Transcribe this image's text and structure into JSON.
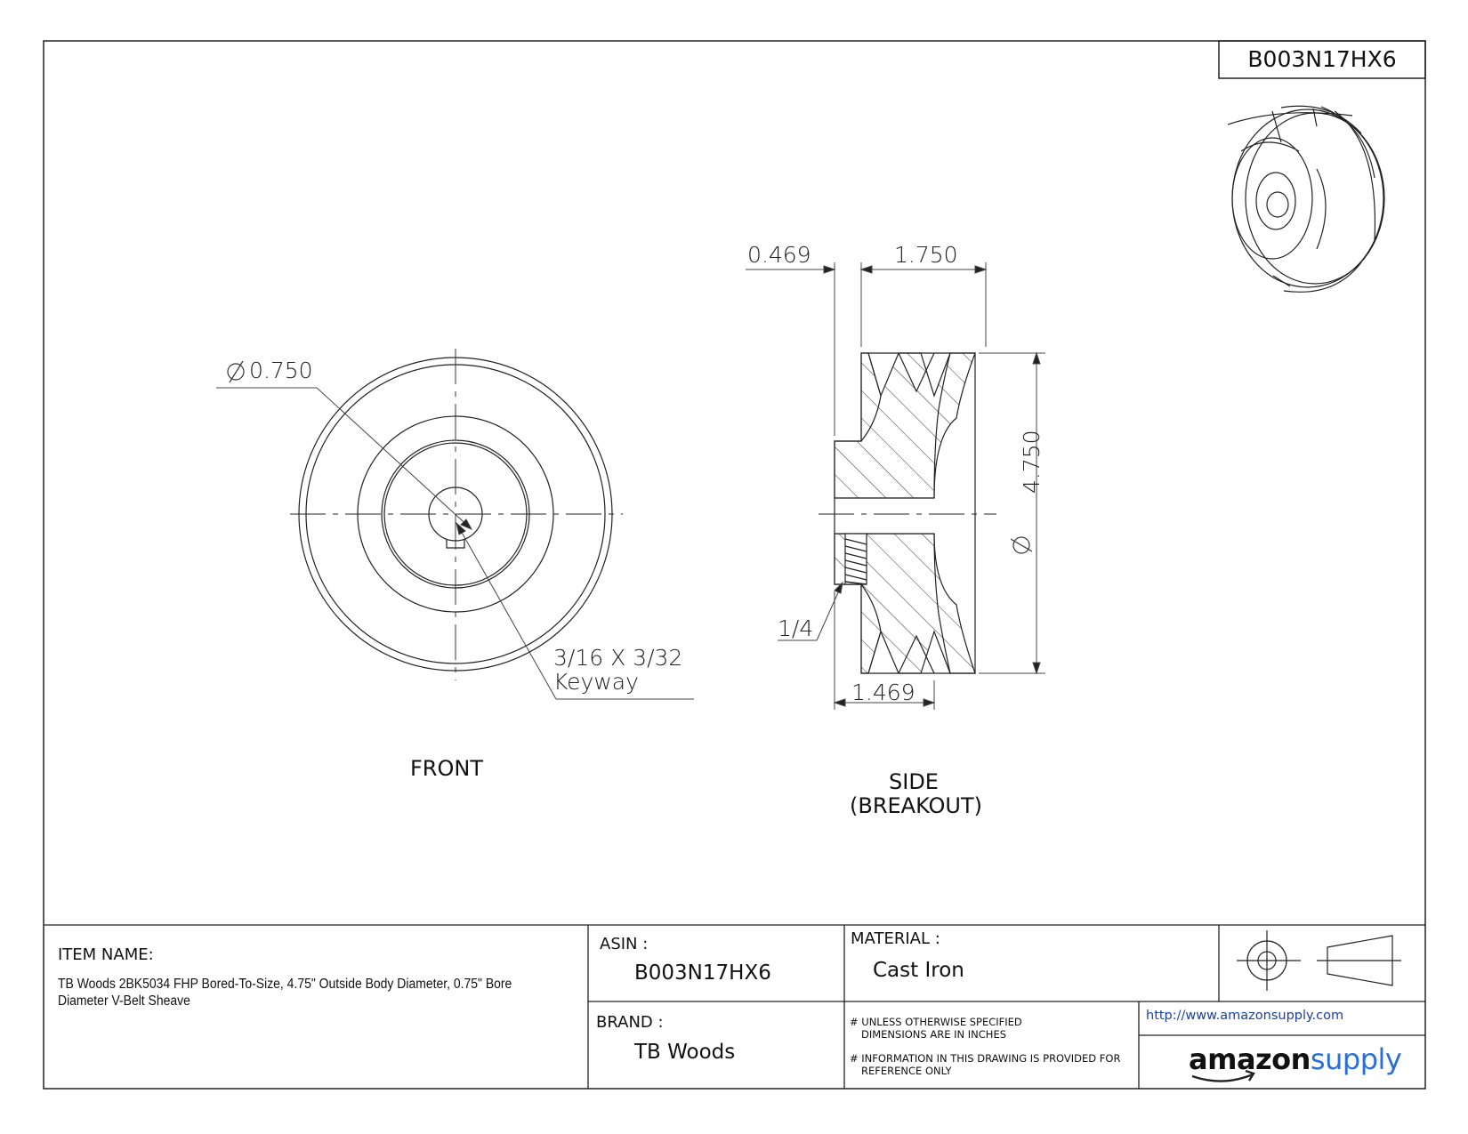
{
  "header": {
    "part_number": "B003N17HX6"
  },
  "front_view": {
    "title": "FRONT",
    "bore_dim": "0.750",
    "keyway_size": "3/16 X 3/32",
    "keyway_label": "Keyway"
  },
  "side_view": {
    "title": "SIDE",
    "subtitle": "(BREAKOUT)",
    "dim_hub": "0.469",
    "dim_width": "1.750",
    "dim_diameter": "4.750",
    "dim_setscrew": "1/4",
    "dim_bottom": "1.469"
  },
  "title_block": {
    "item_name_label": "ITEM NAME:",
    "item_name_value": "TB Woods 2BK5034 FHP Bored-To-Size, 4.75\" Outside Body Diameter, 0.75\" Bore Diameter V-Belt Sheave",
    "asin_label": "ASIN :",
    "asin_value": "B003N17HX6",
    "brand_label": "BRAND :",
    "brand_value": "TB Woods",
    "material_label": "MATERIAL :",
    "material_value": "Cast Iron",
    "note1_line1": "# UNLESS OTHERWISE SPECIFIED",
    "note1_line2": "DIMENSIONS ARE IN INCHES",
    "note2_line1": "# INFORMATION IN THIS DRAWING IS PROVIDED FOR",
    "note2_line2": "REFERENCE ONLY",
    "url": "http://www.amazonsupply.com",
    "logo_word1": "amazon",
    "logo_word2": "supply"
  },
  "colors": {
    "line": "#222222",
    "url": "#1a3fa8",
    "logo_supply": "#2a6fd6"
  }
}
